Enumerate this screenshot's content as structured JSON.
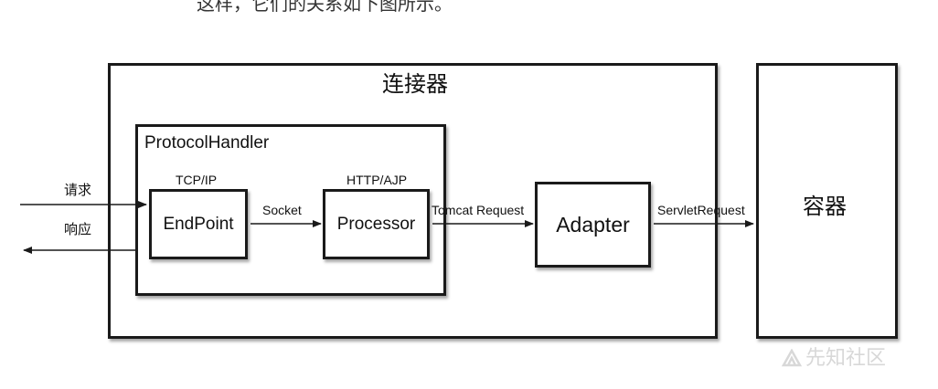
{
  "top_text": "这样，它们的关系如下图所示。",
  "connector": {
    "title": "连接器"
  },
  "protocol_handler": {
    "title": "ProtocolHandler"
  },
  "endpoint": {
    "label": "EndPoint",
    "protocol": "TCP/IP"
  },
  "processor": {
    "label": "Processor",
    "protocol": "HTTP/AJP"
  },
  "adapter": {
    "label": "Adapter"
  },
  "container": {
    "label": "容器"
  },
  "edges": {
    "request": "请求",
    "response": "响应",
    "socket": "Socket",
    "tomcat_request": "Tomcat Request",
    "servlet_request": "ServletRequest"
  },
  "watermark": "先知社区"
}
